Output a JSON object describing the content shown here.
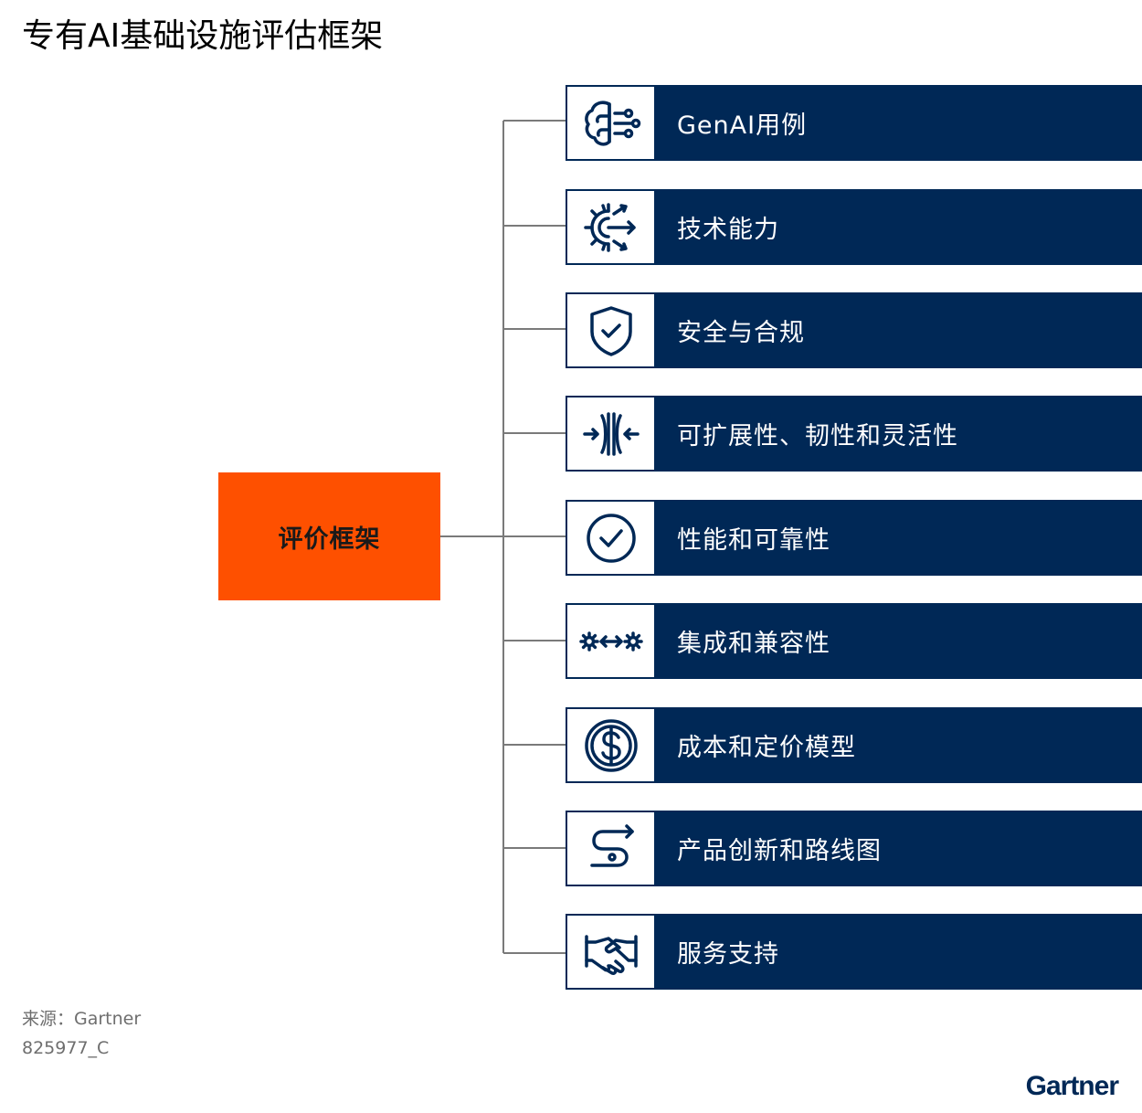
{
  "title": "专有AI基础设施评估框架",
  "center": {
    "label": "评价框架",
    "color": "#fe5000"
  },
  "colors": {
    "navy": "#002856",
    "connector": "#7a7a7a",
    "footer_text": "#6e6e6e"
  },
  "categories": [
    {
      "label": "GenAI用例",
      "icon": "brain-circuit-icon"
    },
    {
      "label": "技术能力",
      "icon": "gear-arrows-icon"
    },
    {
      "label": "安全与合规",
      "icon": "shield-check-icon"
    },
    {
      "label": "可扩展性、韧性和灵活性",
      "icon": "compress-arrows-icon"
    },
    {
      "label": "性能和可靠性",
      "icon": "circle-check-icon"
    },
    {
      "label": "集成和兼容性",
      "icon": "gears-link-icon"
    },
    {
      "label": "成本和定价模型",
      "icon": "dollar-circle-icon"
    },
    {
      "label": "产品创新和路线图",
      "icon": "winding-path-icon"
    },
    {
      "label": "服务支持",
      "icon": "handshake-icon"
    }
  ],
  "footer": {
    "source": "来源：Gartner",
    "doc_id": "825977_C",
    "brand": "Gartner"
  }
}
